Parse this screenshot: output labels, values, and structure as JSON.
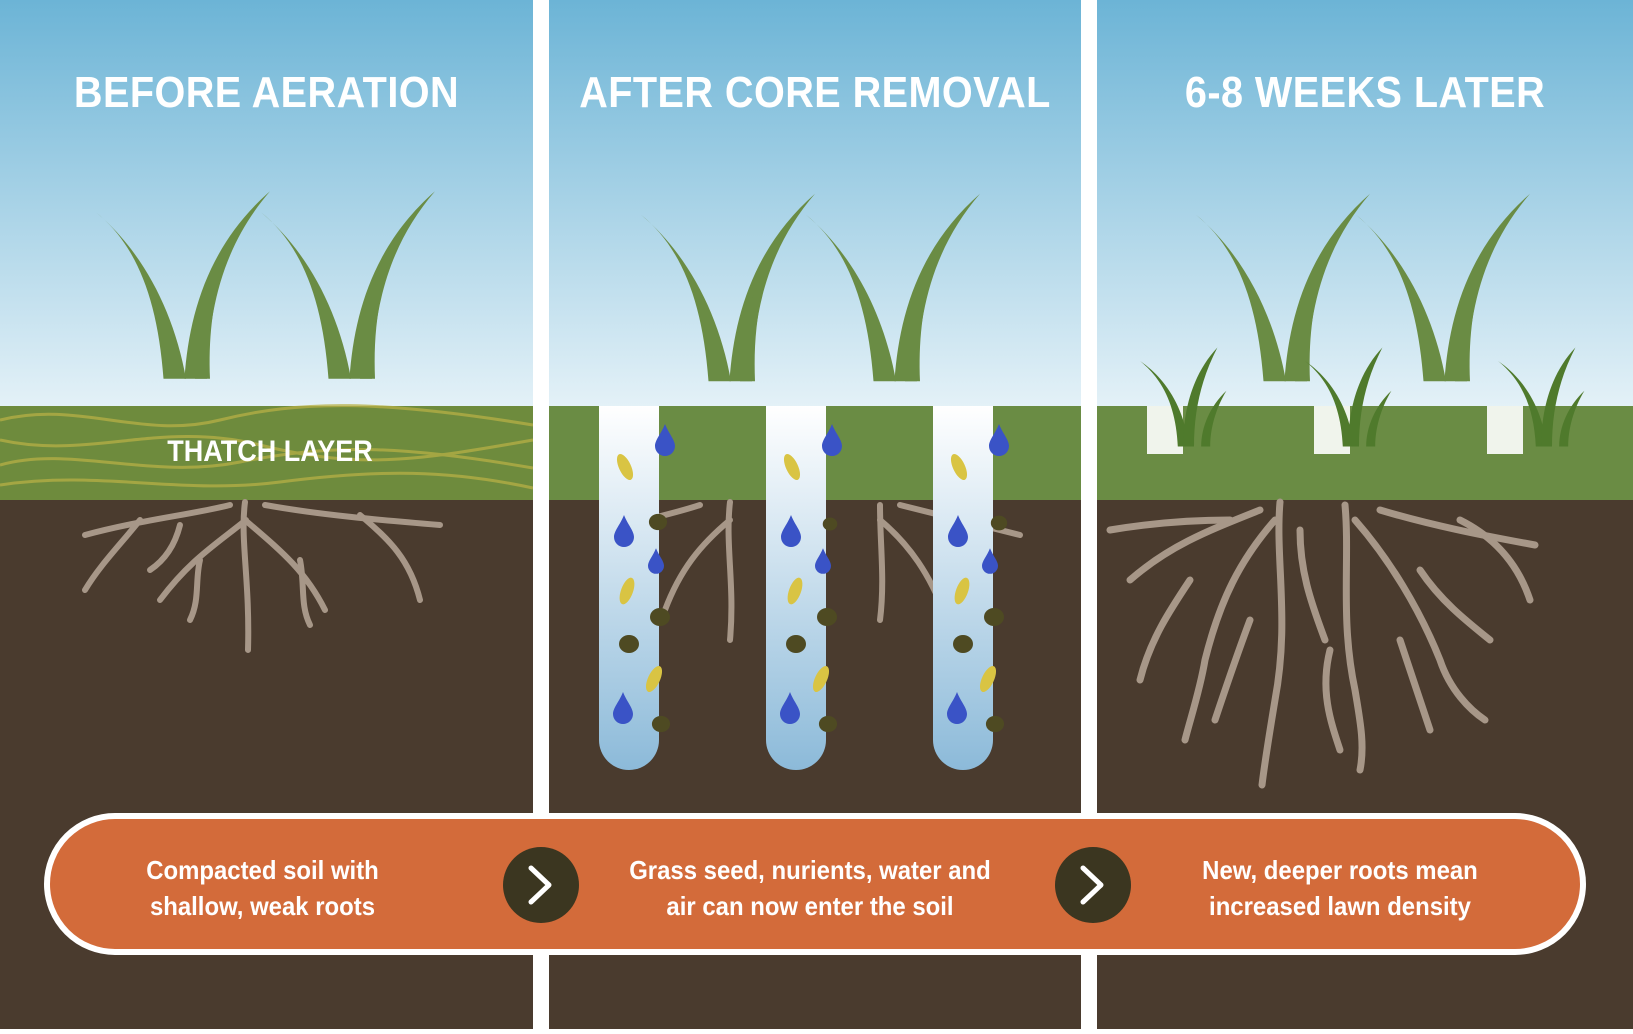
{
  "panels": [
    {
      "title": "BEFORE AERATION",
      "caption_line1": "Compacted soil with",
      "caption_line2": "shallow, weak roots"
    },
    {
      "title": "AFTER CORE REMOVAL",
      "caption_line1": "Grass seed, nurients, water and",
      "caption_line2": "air can now enter the soil"
    },
    {
      "title": "6-8 WEEKS LATER",
      "caption_line1": "New, deeper roots mean",
      "caption_line2": "increased lawn density"
    }
  ],
  "thatch_label": "THATCH LAYER",
  "icons": [
    "grass-icon",
    "root-icon",
    "water-drop-icon",
    "seed-icon",
    "nutrient-pellet-icon",
    "chevron-right-icon"
  ],
  "colors": {
    "sky_top": "#6cb4d6",
    "sky_bottom": "#ffffff",
    "grass": "#6a8c44",
    "grass_dark": "#4f7a2c",
    "thatch_layer": "#6e8b3d",
    "soil": "#4a3b2e",
    "roots": "#a79788",
    "banner": "#d36b3a",
    "arrow_circle": "#3b3620",
    "water_drop": "#3a53c6",
    "seed": "#d9c443",
    "pellet": "#4e4a22",
    "divider": "#ffffff"
  }
}
